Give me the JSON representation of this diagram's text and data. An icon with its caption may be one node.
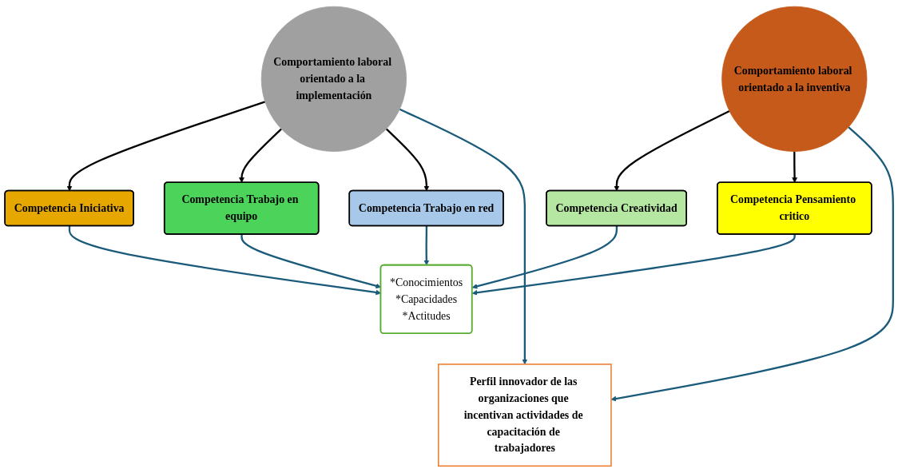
{
  "diagram": {
    "nodes": [
      {
        "text": [
          "Comportamiento laboral orientado a la implementación"
        ]
      },
      {
        "text": [
          "Comportamiento laboral orientado a la inventiva"
        ]
      },
      {
        "text": [
          "Competencia Iniciativa"
        ]
      },
      {
        "text": [
          "Competencia Trabajo en equipo"
        ]
      },
      {
        "text": [
          "Competencia Trabajo en red"
        ]
      },
      {
        "text": [
          "Competencia Creatividad"
        ]
      },
      {
        "text": [
          "Competencia Pensamiento critico"
        ]
      },
      {
        "text": [
          "*Conocimientos",
          "*Capacidades",
          "*Actitudes"
        ]
      },
      {
        "text": [
          "Perfil innovador de las organizaciones que incentivan actividades de capacitación de trabajadores"
        ]
      }
    ],
    "edges": [
      {
        "from": 0,
        "to": 2,
        "arrow": "to",
        "color": "#000000"
      },
      {
        "from": 0,
        "to": 3,
        "arrow": "to",
        "color": "#000000"
      },
      {
        "from": 0,
        "to": 4,
        "arrow": "to",
        "color": "#000000"
      },
      {
        "from": 1,
        "to": 5,
        "arrow": "to",
        "color": "#000000"
      },
      {
        "from": 1,
        "to": 6,
        "arrow": "to",
        "color": "#000000"
      },
      {
        "from": 2,
        "to": 7,
        "arrow": "to"
      },
      {
        "from": 3,
        "to": 7,
        "arrow": "to"
      },
      {
        "from": 4,
        "to": 7,
        "arrow": "to"
      },
      {
        "from": 5,
        "to": 7,
        "arrow": "to"
      },
      {
        "from": 6,
        "to": 7,
        "arrow": "to"
      },
      {
        "from": 0,
        "to": 8,
        "arrow": "to"
      },
      {
        "from": 1,
        "to": 8,
        "arrow": "to"
      }
    ]
  }
}
